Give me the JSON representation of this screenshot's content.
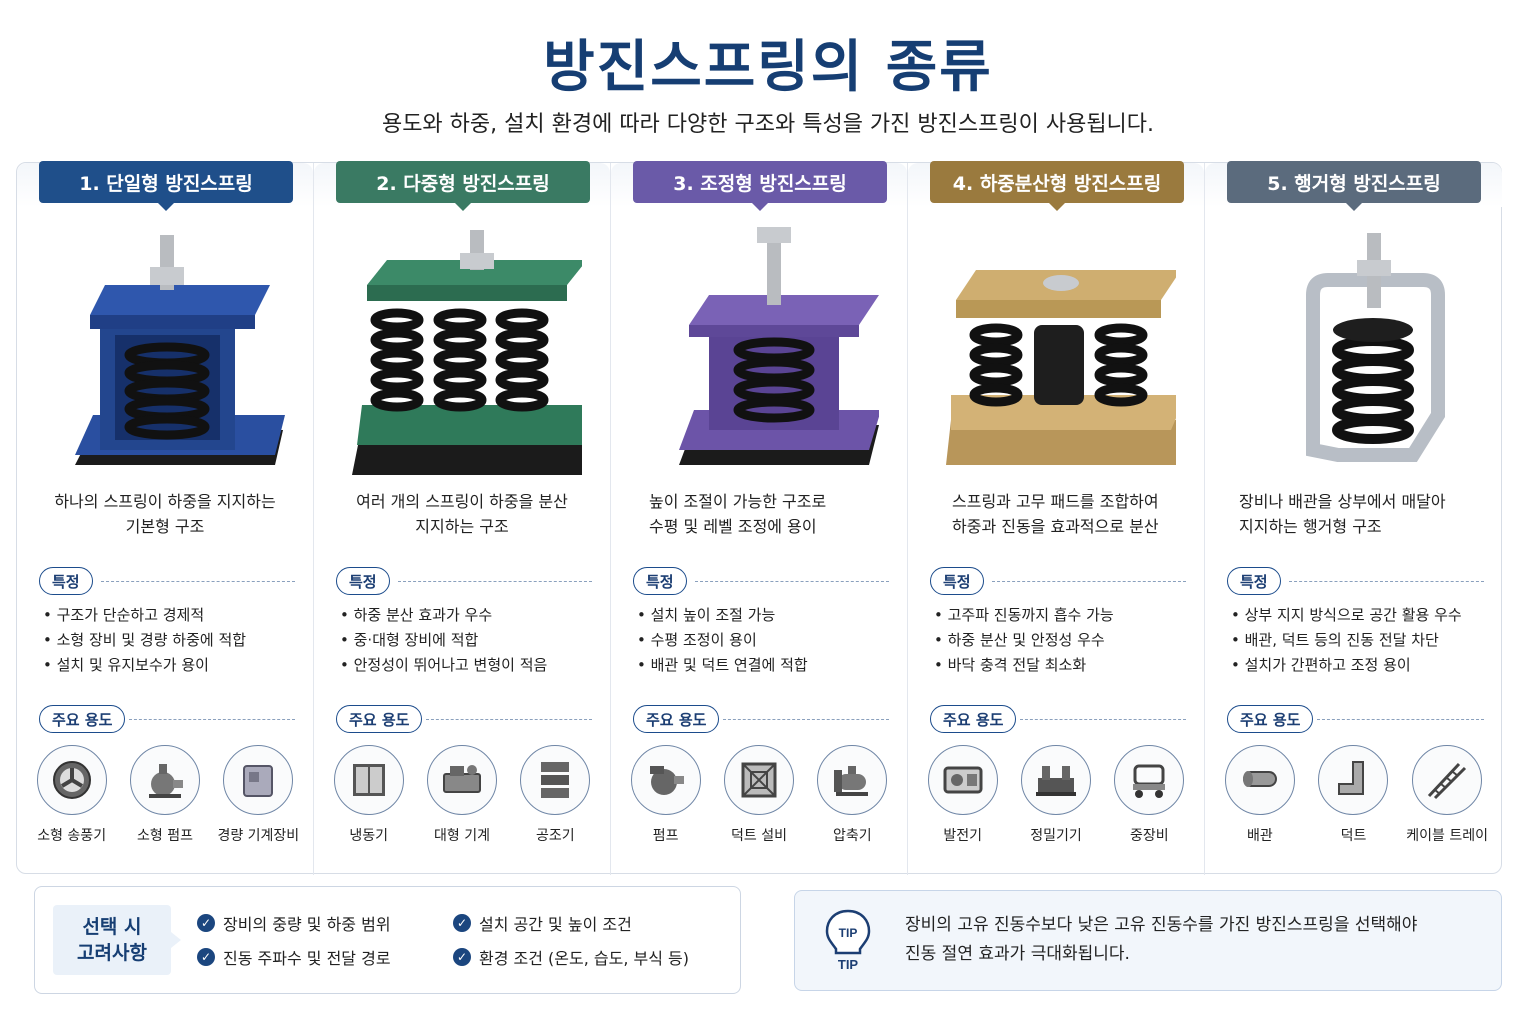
{
  "title": "방진스프링의 종류",
  "subtitle": "용도와 하중, 설치 환경에 따라 다양한 구조와 특성을 가진 방진스프링이 사용됩니다.",
  "feature_label": "특정",
  "usage_label": "주요 용도",
  "cards": [
    {
      "title": "1. 단일형 방진스프링",
      "color": "#1f4f8a",
      "body_color": "#2a4fa0",
      "desc": [
        "하나의 스프링이 하중을 지지하는",
        "기본형 구조"
      ],
      "features": [
        "구조가 단순하고 경제적",
        "소형 장비 및 경량 하중에 적합",
        "설치 및 유지보수가 용이"
      ],
      "uses": [
        {
          "label": "소형 송풍기",
          "icon": "fan-icon"
        },
        {
          "label": "소형 펌프",
          "icon": "pump-icon"
        },
        {
          "label": "경량 기계장비",
          "icon": "machine-icon"
        }
      ]
    },
    {
      "title": "2. 다중형 방진스프링",
      "color": "#3a7a63",
      "body_color": "#2f7a5a",
      "desc": [
        "여러 개의 스프링이 하중을 분산",
        "지지하는 구조"
      ],
      "features": [
        "하중 분산 효과가 우수",
        "중·대형 장비에 적합",
        "안정성이 뛰어나고 변형이 적음"
      ],
      "uses": [
        {
          "label": "냉동기",
          "icon": "refrigerator-icon"
        },
        {
          "label": "대형 기계",
          "icon": "large-machine-icon"
        },
        {
          "label": "공조기",
          "icon": "air-handler-icon"
        }
      ]
    },
    {
      "title": "3. 조정형 방진스프링",
      "color": "#6a5aa8",
      "body_color": "#6c54a8",
      "desc": [
        "높이 조절이 가능한 구조로",
        "수평 및 레벨 조정에 용이"
      ],
      "features": [
        "설치 높이 조절 가능",
        "수평 조정이 용이",
        "배관 및 덕트 연결에 적합"
      ],
      "uses": [
        {
          "label": "펌프",
          "icon": "pump-icon"
        },
        {
          "label": "덕트 설비",
          "icon": "duct-icon"
        },
        {
          "label": "압축기",
          "icon": "compressor-icon"
        }
      ]
    },
    {
      "title": "4. 하중분산형 방진스프링",
      "color": "#9a7a3e",
      "body_color": "#c9a867",
      "desc": [
        "스프링과 고무 패드를 조합하여",
        "하중과 진동을 효과적으로 분산"
      ],
      "features": [
        "고주파 진동까지 흡수 가능",
        "하중 분산 및 안정성 우수",
        "바닥 충격 전달 최소화"
      ],
      "uses": [
        {
          "label": "발전기",
          "icon": "generator-icon"
        },
        {
          "label": "정밀기기",
          "icon": "precision-machine-icon"
        },
        {
          "label": "중장비",
          "icon": "heavy-equipment-icon"
        }
      ]
    },
    {
      "title": "5. 행거형 방진스프링",
      "color": "#5b6b7d",
      "body_color": "#b8bec6",
      "desc": [
        "장비나 배관을 상부에서 매달아",
        "지지하는 행거형 구조"
      ],
      "features": [
        "상부 지지 방식으로 공간 활용 우수",
        "배관, 덕트 등의 진동 전달 차단",
        "설치가 간편하고 조정 용이"
      ],
      "uses": [
        {
          "label": "배관",
          "icon": "pipe-icon"
        },
        {
          "label": "덕트",
          "icon": "duct-elbow-icon"
        },
        {
          "label": "케이블 트레이",
          "icon": "cable-tray-icon"
        }
      ]
    }
  ],
  "selection": {
    "title_line1": "선택 시",
    "title_line2": "고려사항",
    "items": [
      "장비의 중량 및 하중 범위",
      "설치 공간 및 높이 조건",
      "진동 주파수 및 전달 경로",
      "환경 조건 (온도, 습도, 부식 등)"
    ]
  },
  "tip": {
    "badge": "TIP",
    "caption": "TIP",
    "line1": "장비의 고유 진동수보다 낮은 고유 진동수를 가진 방진스프링을 선택해야",
    "line2": "진동 절연 효과가 극대화됩니다."
  }
}
